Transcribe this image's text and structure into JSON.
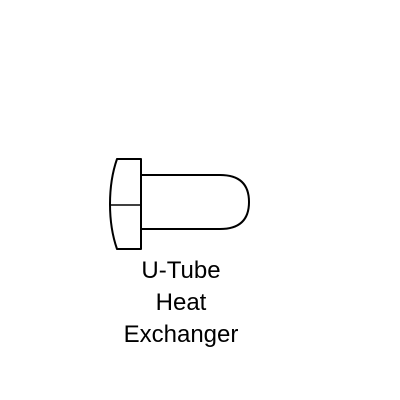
{
  "diagram": {
    "shape": {
      "name": "U-Tube Heat Exchanger",
      "icon": "u-tube-heat-exchanger-icon",
      "stroke_color": "#000000",
      "fill_color": "#ffffff"
    },
    "label_lines": [
      "U-Tube",
      "Heat",
      "Exchanger"
    ]
  }
}
